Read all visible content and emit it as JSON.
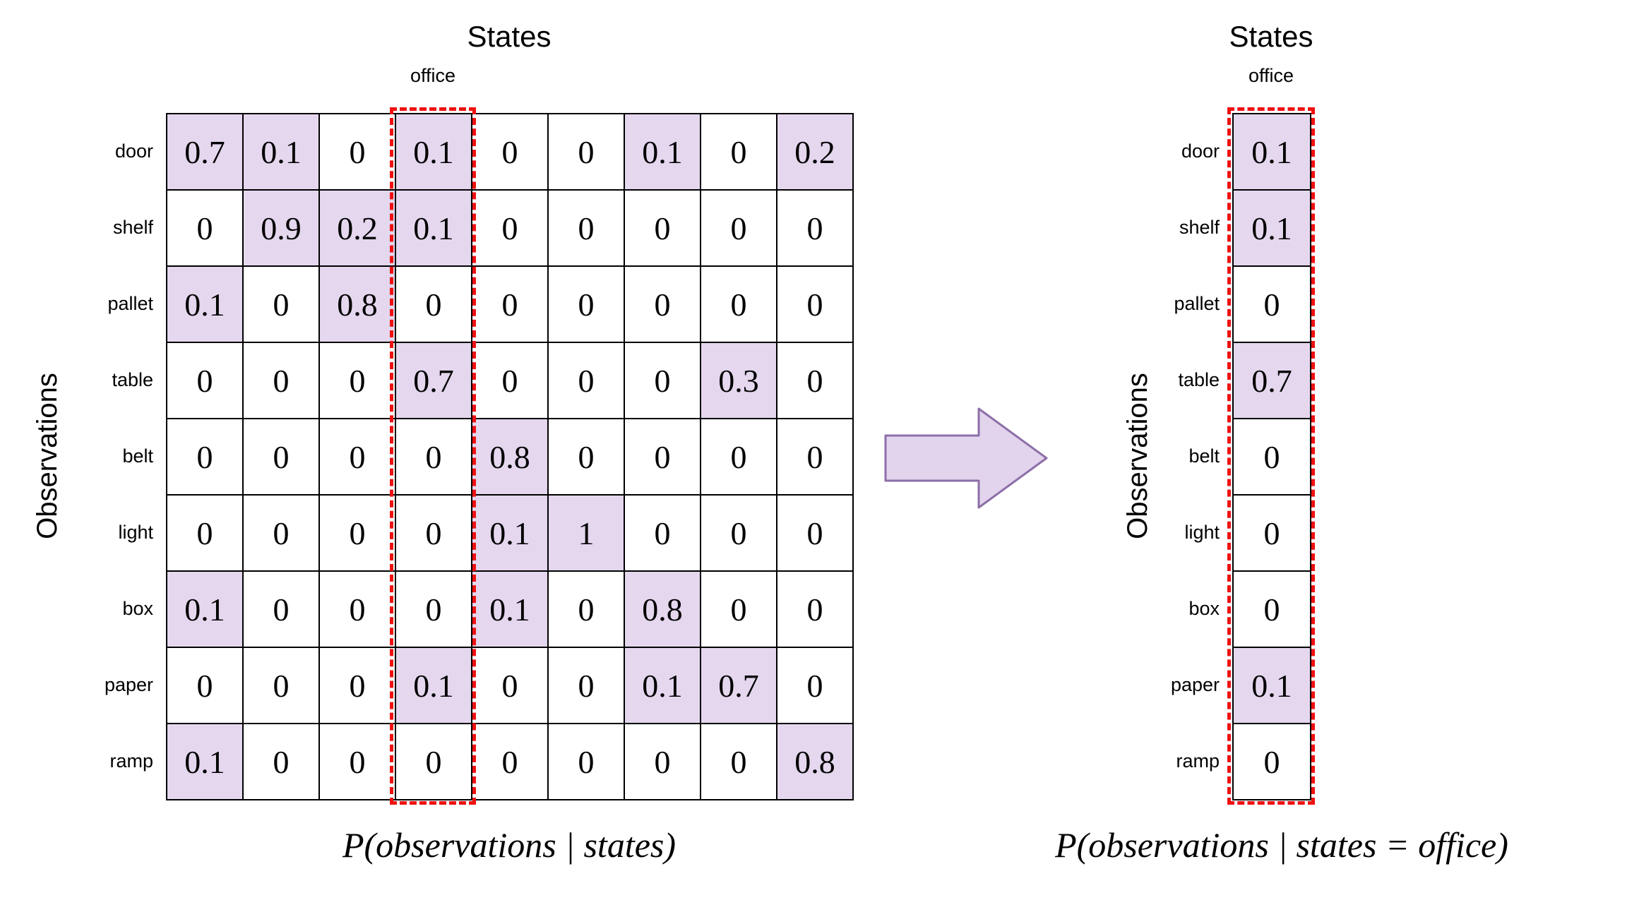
{
  "colors": {
    "highlight": "#e4d7ee",
    "grid_line": "#000000",
    "dashed_outline": "#ee1111",
    "arrow_fill": "#e2d4ec",
    "arrow_stroke": "#8d6fa9"
  },
  "left_panel": {
    "states_title": "States",
    "office_label": "office",
    "observations_label": "Observations",
    "row_labels": [
      "door",
      "shelf",
      "pallet",
      "table",
      "belt",
      "light",
      "box",
      "paper",
      "ramp"
    ],
    "matrix": [
      [
        "0.7",
        "0.1",
        "0",
        "0.1",
        "0",
        "0",
        "0.1",
        "0",
        "0.2"
      ],
      [
        "0",
        "0.9",
        "0.2",
        "0.1",
        "0",
        "0",
        "0",
        "0",
        "0"
      ],
      [
        "0.1",
        "0",
        "0.8",
        "0",
        "0",
        "0",
        "0",
        "0",
        "0"
      ],
      [
        "0",
        "0",
        "0",
        "0.7",
        "0",
        "0",
        "0",
        "0.3",
        "0"
      ],
      [
        "0",
        "0",
        "0",
        "0",
        "0.8",
        "0",
        "0",
        "0",
        "0"
      ],
      [
        "0",
        "0",
        "0",
        "0",
        "0.1",
        "1",
        "0",
        "0",
        "0"
      ],
      [
        "0.1",
        "0",
        "0",
        "0",
        "0.1",
        "0",
        "0.8",
        "0",
        "0"
      ],
      [
        "0",
        "0",
        "0",
        "0.1",
        "0",
        "0",
        "0.1",
        "0.7",
        "0"
      ],
      [
        "0.1",
        "0",
        "0",
        "0",
        "0",
        "0",
        "0",
        "0",
        "0.8"
      ]
    ],
    "caption": "P(observations | states)"
  },
  "right_panel": {
    "states_title": "States",
    "office_label": "office",
    "observations_label": "Observations",
    "row_labels": [
      "door",
      "shelf",
      "pallet",
      "table",
      "belt",
      "light",
      "box",
      "paper",
      "ramp"
    ],
    "column": [
      "0.1",
      "0.1",
      "0",
      "0.7",
      "0",
      "0",
      "0",
      "0.1",
      "0"
    ],
    "caption": "P(observations | states = office)"
  }
}
